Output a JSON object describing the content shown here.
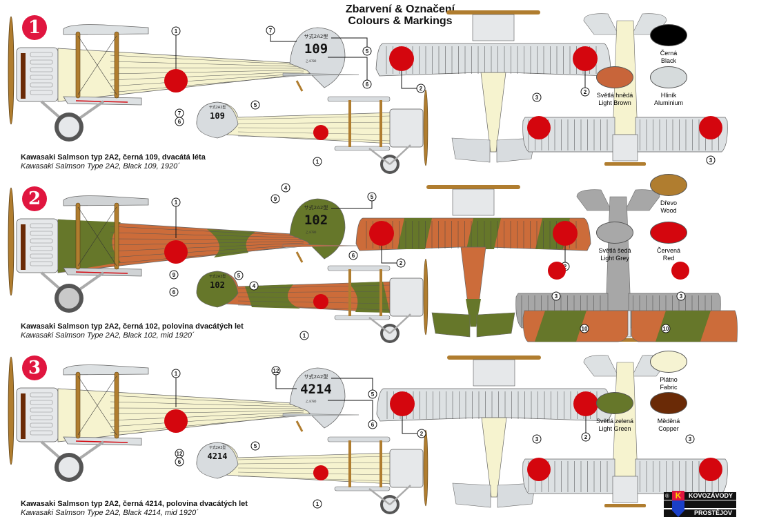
{
  "header": {
    "title_cz": "Zbarvení & Označení",
    "title_en": "Colours & Markings"
  },
  "schemes": [
    {
      "number": "1",
      "caption_cz": "Kawasaki Salmson typ 2A2, černá 109, dvacátá léta",
      "caption_en": "Kawasaki Salmson Type 2A2, Black 109, 1920´",
      "tail_number": "109",
      "tail_type_text": "サ式2A2型",
      "tail_small_text": "乙.8780",
      "side_callouts": [
        "1",
        "5",
        "6",
        "7"
      ],
      "plan_callouts": [
        "2",
        "2",
        "3",
        "3"
      ],
      "fuselage_color": "#f6f3cf",
      "wing_color": "#dde1e3",
      "tail_color": "#d8dcdf"
    },
    {
      "number": "2",
      "caption_cz": "Kawasaki Salmson typ 2A2, černá 102, polovina dvacátých let",
      "caption_en": "Kawasaki Salmson Type 2A2, Black 102, mid 1920´",
      "tail_number": "102",
      "tail_type_text": "サ式2A2型",
      "tail_small_text": "乙.8780",
      "side_callouts": [
        "1",
        "4",
        "5",
        "6",
        "9"
      ],
      "plan_callouts": [
        "2",
        "2",
        "3",
        "3",
        "10",
        "10"
      ],
      "fuselage_color": "#cc6c3a",
      "camo_green": "#66772a",
      "underside_color": "#a7a7a7",
      "tail_color": "#66772a"
    },
    {
      "number": "3",
      "caption_cz": "Kawasaki Salmson typ 2A2, černá 4214, polovina dvacátých let",
      "caption_en": "Kawasaki Salmson Type 2A2, Black 4214, mid 1920´",
      "tail_number": "4214",
      "tail_type_text": "サ式2A2型",
      "tail_small_text": "乙.8780",
      "side_callouts": [
        "1",
        "5",
        "6",
        "12"
      ],
      "plan_callouts": [
        "2",
        "2",
        "3",
        "3"
      ],
      "fuselage_color": "#f6f3cf",
      "wing_color": "#dde1e3",
      "tail_color": "#d8dcdf"
    }
  ],
  "legend": [
    {
      "cz": "Černá",
      "en": "Black",
      "color": "#000000"
    },
    {
      "cz": "Světlá hnědá",
      "en": "Light Brown",
      "color": "#c8653a"
    },
    {
      "cz": "Hliník",
      "en": "Aluminium",
      "color": "#d6dbdc"
    },
    {
      "cz": "Dřevo",
      "en": "Wood",
      "color": "#b07d2f"
    },
    {
      "cz": "Světlá šedá",
      "en": "Light Grey",
      "color": "#a8a8a8"
    },
    {
      "cz": "Červená",
      "en": "Red",
      "color": "#d4060e"
    },
    {
      "cz": "Plátno",
      "en": "Fabric",
      "color": "#f6f3d2"
    },
    {
      "cz": "Světlá zelená",
      "en": "Light Green",
      "color": "#66772a"
    },
    {
      "cz": "Měděná",
      "en": "Copper",
      "color": "#6a2a06"
    }
  ],
  "logo": {
    "mark": "K",
    "registered": "®",
    "line1": "KOVOZÁVODY",
    "line2": "PROSTĚJOV"
  },
  "colors": {
    "hinomaru": "#d4060e",
    "badge": "#e0163f",
    "wood": "#b07d2f"
  }
}
